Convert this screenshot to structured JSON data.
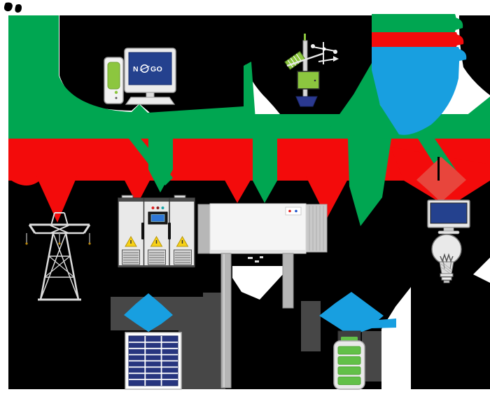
{
  "colors": {
    "flow_green": "#00A651",
    "flow_red": "#F30B0B",
    "flow_blue": "#189FE0",
    "arrow_red_soft": "#E8453C",
    "screen_navy": "#24418E",
    "solar_cell_navy": "#27357F",
    "device_green": "#8CC63F",
    "battery_green": "#62C048",
    "blob_black": "#000000",
    "blob_dark_gray": "#474747",
    "cabinet_gray": "#E9E9E9",
    "warning_yellow": "#F7D117"
  },
  "monitor": {
    "logo_prefix": "N",
    "logo_suffix": "GO"
  },
  "legend": {
    "items": [
      {
        "name": "green-flow-line",
        "color": "#00A651"
      },
      {
        "name": "red-flow-line",
        "color": "#F30B0B"
      },
      {
        "name": "blue-flow-line",
        "color": "#189FE0"
      }
    ]
  },
  "icons": [
    "desktop-monitor-icon",
    "handheld-device-icon",
    "weather-station-icon",
    "transmission-tower-icon",
    "inverter-cabinet-icon",
    "ess-container-icon",
    "tv-icon",
    "light-bulb-icon",
    "solar-panel-icon",
    "battery-icon",
    "down-arrow-diamond-icon"
  ]
}
